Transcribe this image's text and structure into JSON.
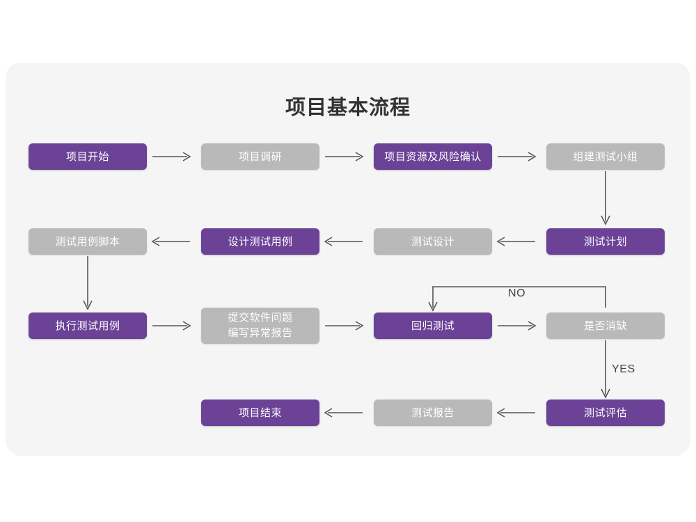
{
  "page": {
    "title": "项目基本流程",
    "card_background": "#f5f5f5",
    "page_background": "#ffffff"
  },
  "colors": {
    "purple": "#6b4296",
    "gray": "#b9b9b9",
    "text_on_node": "#ffffff",
    "arrow": "#555555",
    "title_text": "#333333"
  },
  "nodes": {
    "n1": {
      "label": "项目开始",
      "style": "purple"
    },
    "n2": {
      "label": "项目调研",
      "style": "gray"
    },
    "n3": {
      "label": "项目资源及风险确认",
      "style": "purple"
    },
    "n4": {
      "label": "组建测试小组",
      "style": "gray"
    },
    "n5": {
      "label": "测试计划",
      "style": "purple"
    },
    "n6": {
      "label": "测试设计",
      "style": "gray"
    },
    "n7": {
      "label": "设计测试用例",
      "style": "purple"
    },
    "n8": {
      "label": "测试用例脚本",
      "style": "gray"
    },
    "n9": {
      "label": "执行测试用例",
      "style": "purple"
    },
    "n10": {
      "label": "提交软件问题\n编写异常报告",
      "style": "gray"
    },
    "n11": {
      "label": "回归测试",
      "style": "purple"
    },
    "n12": {
      "label": "是否消缺",
      "style": "gray"
    },
    "n13": {
      "label": "测试评估",
      "style": "purple"
    },
    "n14": {
      "label": "测试报告",
      "style": "gray"
    },
    "n15": {
      "label": "项目结束",
      "style": "purple"
    }
  },
  "edge_labels": {
    "no": "NO",
    "yes": "YES"
  }
}
